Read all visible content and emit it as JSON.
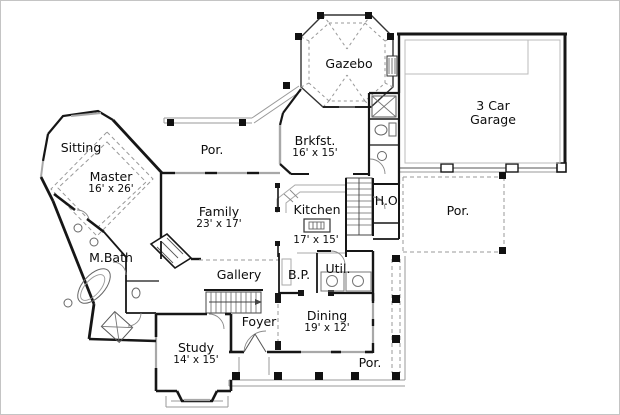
{
  "figure": {
    "kind": "residential first-floor plan"
  },
  "rooms": {
    "gazebo": {
      "name": "Gazebo"
    },
    "garage": {
      "name": "3 Car Garage"
    },
    "porch_top": {
      "name": "Por."
    },
    "brkfst": {
      "name": "Brkfst.",
      "dims": "16' x 15'"
    },
    "sitting": {
      "name": "Sitting"
    },
    "master": {
      "name": "Master",
      "dims": "16' x 26'"
    },
    "family": {
      "name": "Family",
      "dims": "23' x 17'"
    },
    "kitchen": {
      "name": "Kitchen",
      "dims": "17' x 15'"
    },
    "home_office": {
      "name": "H.O."
    },
    "porch_right": {
      "name": "Por."
    },
    "master_bath": {
      "name": "M.Bath"
    },
    "gallery": {
      "name": "Gallery"
    },
    "butlers_pantry": {
      "name": "B.P."
    },
    "utility": {
      "name": "Util."
    },
    "foyer": {
      "name": "Foyer"
    },
    "dining": {
      "name": "Dining",
      "dims": "19' x 12'"
    },
    "study": {
      "name": "Study",
      "dims": "14' x 15'"
    },
    "porch_bottom": {
      "name": "Por."
    }
  },
  "colors": {
    "wall": "#161616",
    "window": "#a8a8a8",
    "porch_line": "#9a9a9a",
    "background": "#ffffff",
    "text": "#0d0d0d"
  }
}
